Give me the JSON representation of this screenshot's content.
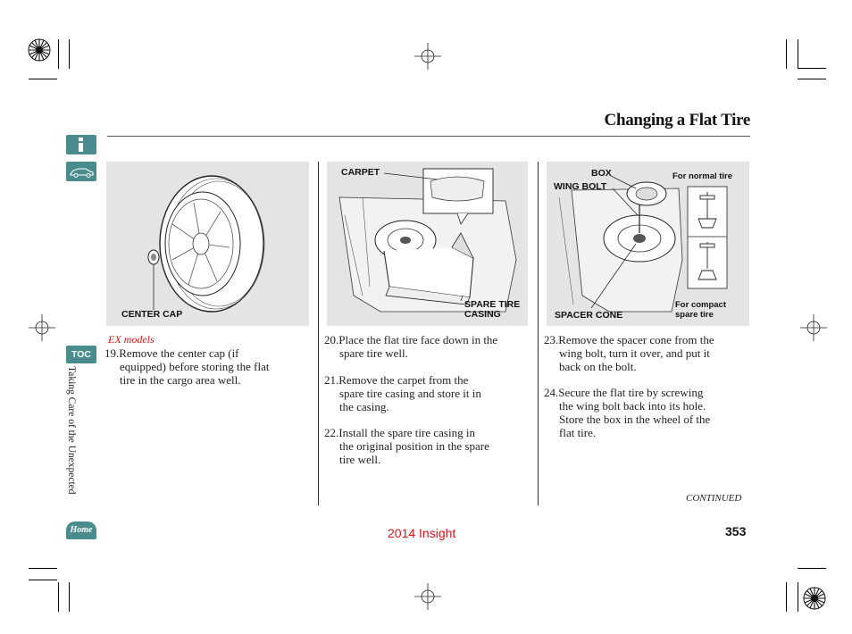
{
  "header": {
    "title": "Changing a Flat Tire"
  },
  "sidebar": {
    "info_icon": "info-icon",
    "car_icon": "car-icon",
    "toc_label": "TOC",
    "home_label": "Home",
    "section_label": "Taking Care of the Unexpected"
  },
  "figures": {
    "fig1": {
      "callouts": [
        "CENTER CAP"
      ]
    },
    "fig2": {
      "callouts": [
        "CARPET",
        "SPARE TIRE",
        "CASING"
      ]
    },
    "fig3": {
      "callouts": [
        "BOX",
        "WING BOLT",
        "For normal tire",
        "SPACER CONE",
        "For compact",
        "spare tire"
      ]
    }
  },
  "columns": {
    "col1": {
      "note": "EX models",
      "steps": [
        {
          "num": "19.",
          "lines": [
            "Remove the center cap (if",
            "equipped) before storing the flat",
            "tire in the cargo area well."
          ]
        }
      ]
    },
    "col2": {
      "steps": [
        {
          "num": "20.",
          "lines": [
            "Place the flat tire face down in the",
            "spare tire well."
          ]
        },
        {
          "num": "21.",
          "lines": [
            "Remove the carpet from the",
            "spare tire casing and store it in",
            "the casing."
          ]
        },
        {
          "num": "22.",
          "lines": [
            "Install the spare tire casing in",
            "the original position in the spare",
            "tire well."
          ]
        }
      ]
    },
    "col3": {
      "steps": [
        {
          "num": "23.",
          "lines": [
            "Remove the spacer cone from the",
            "wing bolt, turn it over, and put it",
            "back on the bolt."
          ]
        },
        {
          "num": "24.",
          "lines": [
            "Secure the flat tire by screwing",
            "the wing bolt back into its hole.",
            "Store the box in the wheel of the",
            "flat tire."
          ]
        }
      ]
    }
  },
  "footer": {
    "continued": "CONTINUED",
    "model": "2014 Insight",
    "page_number": "353"
  },
  "colors": {
    "accent_teal": "#4a8c8e",
    "model_red": "#d8141c",
    "figure_bg": "#e4e4e4"
  }
}
